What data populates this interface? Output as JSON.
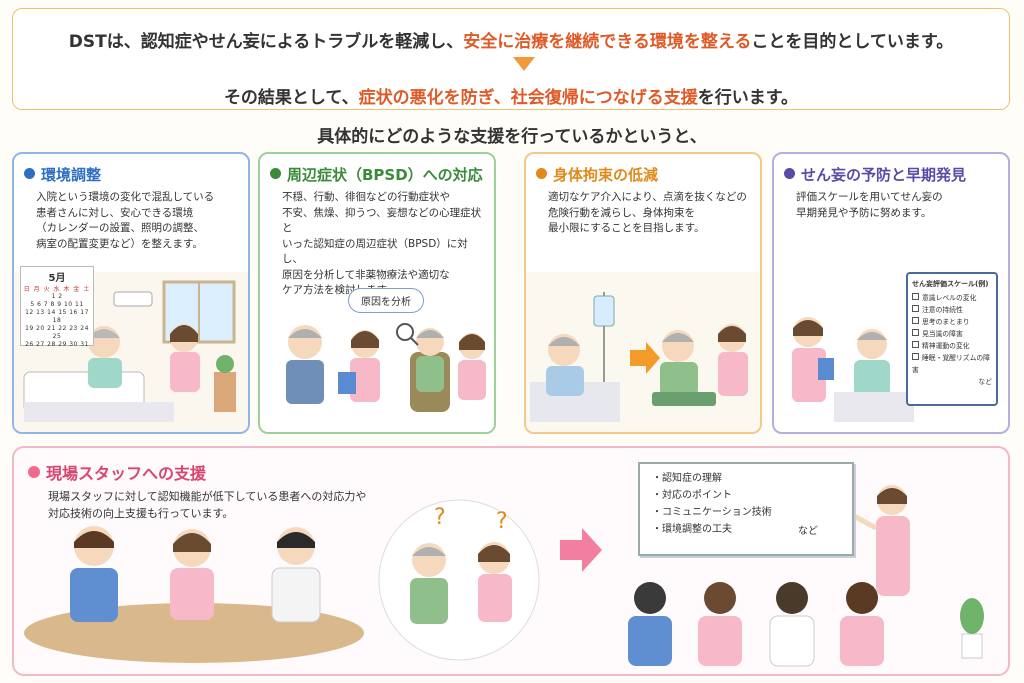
{
  "header": {
    "line1_pre": "DSTは、認知症やせん妄によるトラブルを軽減し、",
    "line1_highlight": "安全に治療を継続できる環境を整える",
    "line1_post": "ことを目的としています。",
    "line2_pre": "その結果として、",
    "line2_highlight": "症状の悪化を防ぎ、社会復帰につなげる支援",
    "line2_post": "を行います。"
  },
  "subheading": "具体的にどのような支援を行っているかというと、",
  "cards": [
    {
      "title": "環境調整",
      "body": "入院という環境の変化で混乱している\n患者さんに対し、安心できる環境\n（カレンダーの設置、照明の調整、\n病室の配置変更など）を整えます。",
      "color": "#2f6fc2",
      "border": "#8fb6e6",
      "calendar": {
        "month": "5月",
        "weekdays": "日 月 火 水 木 金 土",
        "rows": [
          "1 2",
          "5 6 7 8 9 10 11",
          "12 13 14 15 16 17 18",
          "19 20 21 22 23 24 25",
          "26 27 28 29 30 31"
        ]
      }
    },
    {
      "title": "周辺症状（BPSD）への対応",
      "body": "不穏、行動、徘徊などの行動症状や\n不安、焦燥、抑うつ、妄想などの心理症状と\nいった認知症の周辺症状（BPSD）に対し、\n原因を分析して非薬物療法や適切な\nケア方法を検討します。",
      "color": "#3a8a3a",
      "border": "#9fd09a",
      "callout": "原因を分析"
    },
    {
      "title": "身体拘束の低減",
      "body": "適切なケア介入により、点滴を抜くなどの\n危険行動を減らし、身体拘束を\n最小限にすることを目指します。",
      "color": "#e08a1a",
      "border": "#f2c98a"
    },
    {
      "title": "せん妄の予防と早期発見",
      "body": "評価スケールを用いてせん妄の\n早期発見や予防に努めます。",
      "color": "#5a4aa8",
      "border": "#b5aee0",
      "checklist": {
        "title": "せん妄評価スケール(例)",
        "items": [
          "意識レベルの変化",
          "注意の持続性",
          "思考のまとまり",
          "見当識の障害",
          "精神運動の変化",
          "睡眠・覚醒リズムの障害"
        ],
        "more": "など"
      }
    }
  ],
  "staff_section": {
    "title": "現場スタッフへの支援",
    "body": "現場スタッフに対して認知機能が低下している患者への対応力や\n対応技術の向上支援も行っています。",
    "board_items": [
      "認知症の理解",
      "対応のポイント",
      "コミュニケーション技術",
      "環境調整の工夫"
    ],
    "board_more": "など"
  }
}
